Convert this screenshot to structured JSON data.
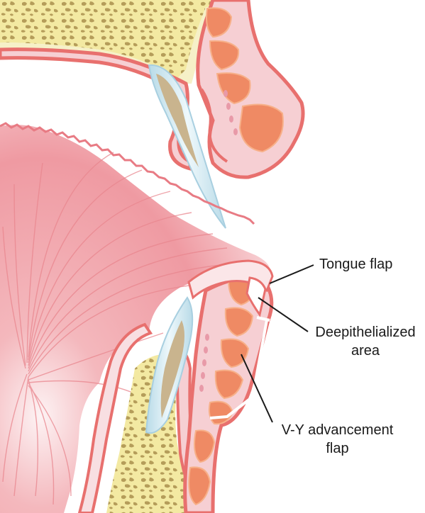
{
  "labels": {
    "tongue_flap": "Tongue flap",
    "deepithelialized_line1": "Deepithelialized",
    "deepithelialized_line2": "area",
    "vy_line1": "V-Y advancement",
    "vy_line2": "flap"
  },
  "colors": {
    "bone": "#f3e9a2",
    "bone_pore": "#b59d5a",
    "mucosa": "#f6cfd3",
    "mucosa_edge": "#e8706e",
    "muscle": "#ef8a64",
    "muscle_fibre": "#f7b089",
    "tooth": "#cfe6ef",
    "tooth_root": "#c9b48e",
    "tongue": "#f2aab0",
    "tongue_deep": "#e9868e"
  }
}
